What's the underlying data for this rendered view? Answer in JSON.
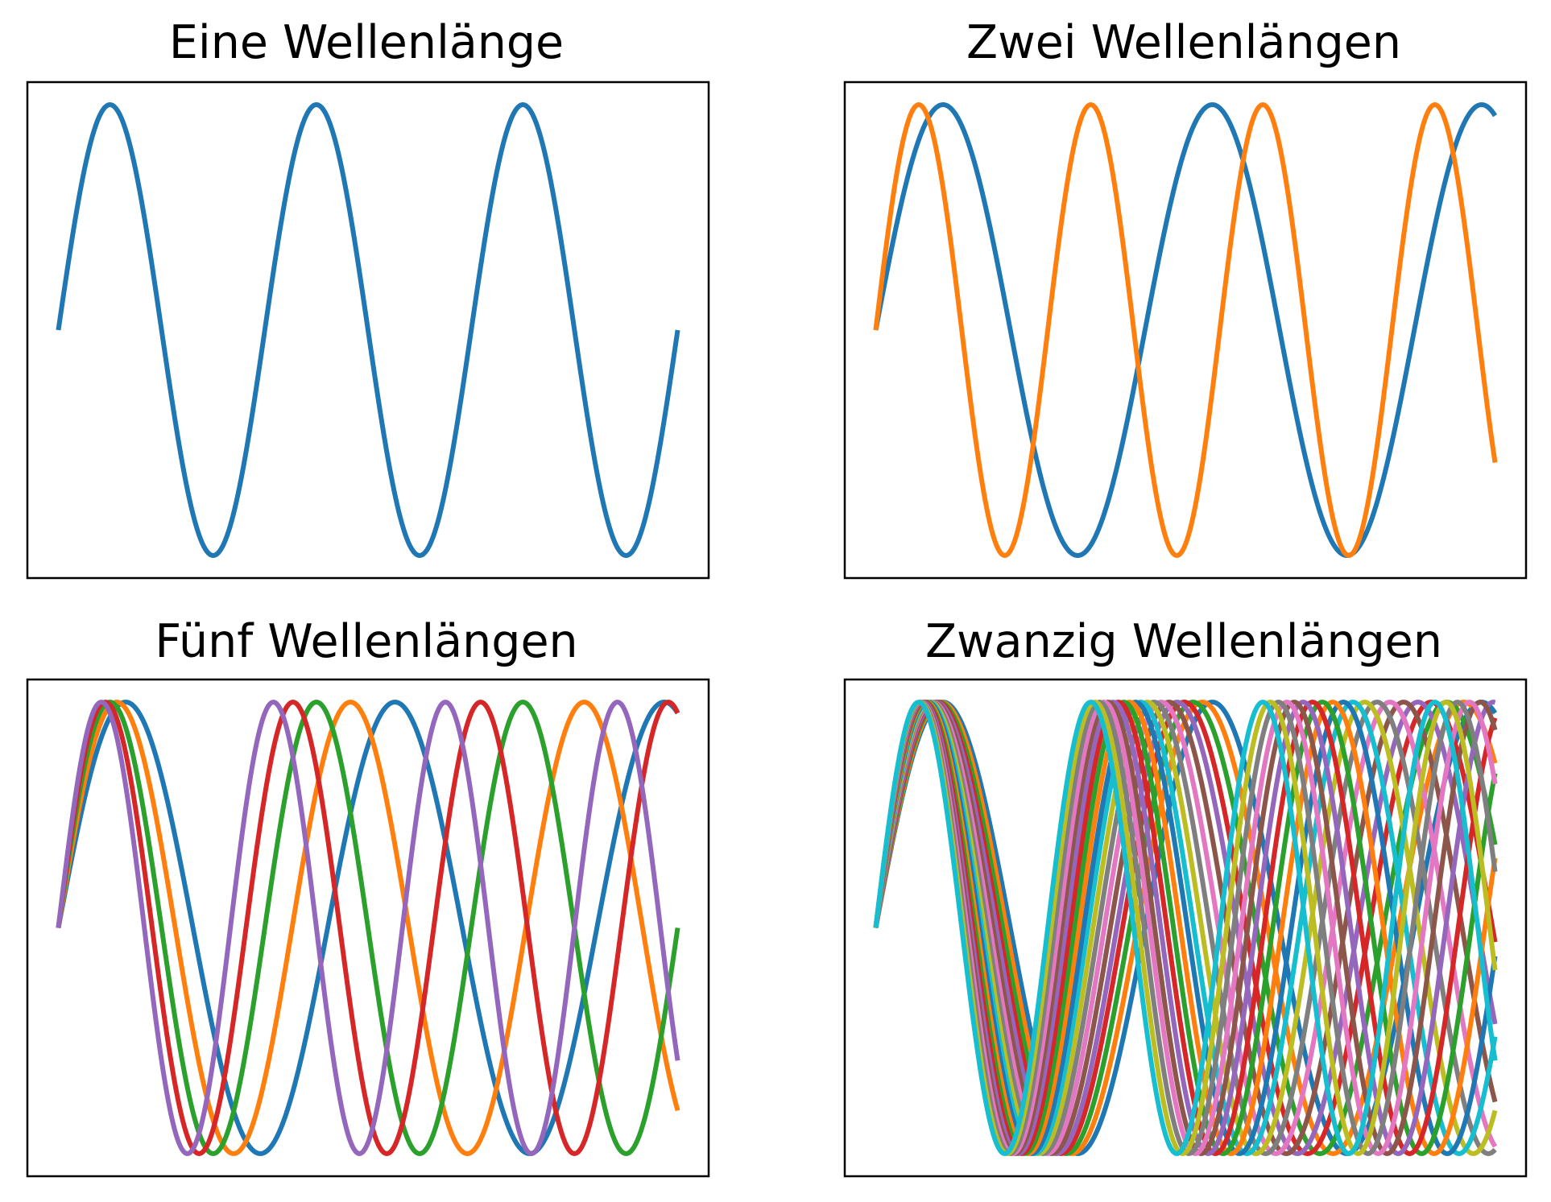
{
  "figure": {
    "background": "#ffffff"
  },
  "chart_data": [
    {
      "type": "line",
      "title": "Eine Wellenlänge",
      "xlabel": "",
      "ylabel": "",
      "grid": false,
      "axes_ticks": false,
      "xlim": [
        0,
        1
      ],
      "ylim": [
        -1.1,
        1.1
      ],
      "function": "sin(2*pi*f*x)",
      "series": [
        {
          "frequency": 3.0,
          "color": "#1f77b4"
        }
      ]
    },
    {
      "type": "line",
      "title": "Zwei Wellenlängen",
      "xlabel": "",
      "ylabel": "",
      "grid": false,
      "axes_ticks": false,
      "xlim": [
        0,
        1
      ],
      "ylim": [
        -1.1,
        1.1
      ],
      "function": "sin(2*pi*f*x)",
      "series": [
        {
          "frequency": 2.3,
          "color": "#1f77b4"
        },
        {
          "frequency": 3.6,
          "color": "#ff7f0e"
        }
      ]
    },
    {
      "type": "line",
      "title": "Fünf Wellenlängen",
      "xlabel": "",
      "ylabel": "",
      "grid": false,
      "axes_ticks": false,
      "xlim": [
        0,
        1
      ],
      "ylim": [
        -1.1,
        1.1
      ],
      "function": "sin(2*pi*f*x)",
      "series": [
        {
          "frequency": 2.3,
          "color": "#1f77b4"
        },
        {
          "frequency": 2.65,
          "color": "#ff7f0e"
        },
        {
          "frequency": 3.0,
          "color": "#2ca02c"
        },
        {
          "frequency": 3.3,
          "color": "#d62728"
        },
        {
          "frequency": 3.6,
          "color": "#9467bd"
        }
      ]
    },
    {
      "type": "line",
      "title": "Zwanzig Wellenlängen",
      "xlabel": "",
      "ylabel": "",
      "grid": false,
      "axes_ticks": false,
      "xlim": [
        0,
        1
      ],
      "ylim": [
        -1.1,
        1.1
      ],
      "function": "sin(2*pi*f*x)",
      "series": [
        {
          "frequency": 2.3,
          "color": "#1f77b4"
        },
        {
          "frequency": 2.37,
          "color": "#ff7f0e"
        },
        {
          "frequency": 2.44,
          "color": "#2ca02c"
        },
        {
          "frequency": 2.51,
          "color": "#d62728"
        },
        {
          "frequency": 2.57,
          "color": "#9467bd"
        },
        {
          "frequency": 2.64,
          "color": "#8c564b"
        },
        {
          "frequency": 2.71,
          "color": "#e377c2"
        },
        {
          "frequency": 2.78,
          "color": "#7f7f7f"
        },
        {
          "frequency": 2.85,
          "color": "#bcbd22"
        },
        {
          "frequency": 2.92,
          "color": "#17becf"
        },
        {
          "frequency": 2.98,
          "color": "#1f77b4"
        },
        {
          "frequency": 3.05,
          "color": "#ff7f0e"
        },
        {
          "frequency": 3.12,
          "color": "#2ca02c"
        },
        {
          "frequency": 3.19,
          "color": "#d62728"
        },
        {
          "frequency": 3.26,
          "color": "#9467bd"
        },
        {
          "frequency": 3.33,
          "color": "#8c564b"
        },
        {
          "frequency": 3.39,
          "color": "#e377c2"
        },
        {
          "frequency": 3.46,
          "color": "#7f7f7f"
        },
        {
          "frequency": 3.53,
          "color": "#bcbd22"
        },
        {
          "frequency": 3.6,
          "color": "#17becf"
        }
      ]
    }
  ]
}
